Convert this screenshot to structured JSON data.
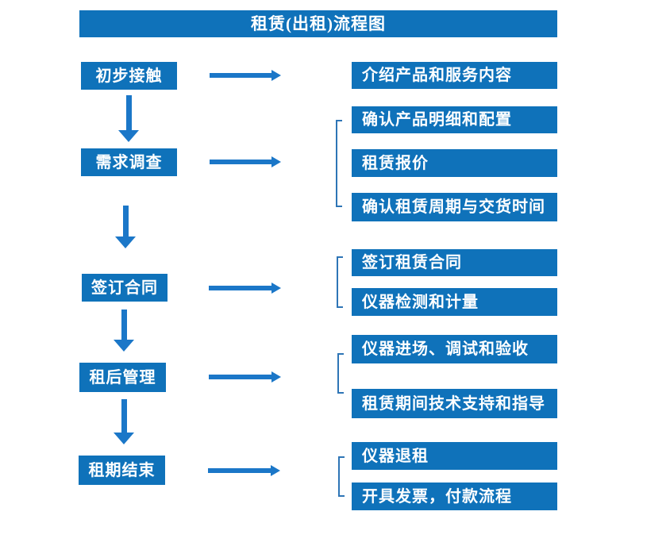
{
  "title": "租赁(出租)流程图",
  "colors": {
    "box_bg": "#0F72BA",
    "box_text": "#FFFFFF",
    "arrow": "#1B77C8",
    "bracket": "#2E75B6"
  },
  "icons": {
    "down_arrow": "solid block arrow pointing down (CSS shapes)",
    "right_arrow": "solid block arrow pointing right (CSS shapes)",
    "bracket": "square bracket connector opening to the right (CSS borders)"
  },
  "stages": [
    {
      "label": "初步接触",
      "details": [
        "介绍产品和服务内容"
      ]
    },
    {
      "label": "需求调查",
      "details": [
        "确认产品明细和配置",
        "租赁报价",
        "确认租赁周期与交货时间"
      ]
    },
    {
      "label": "签订合同",
      "details": [
        "签订租赁合同",
        "仪器检测和计量"
      ]
    },
    {
      "label": "租后管理",
      "details": [
        "仪器进场、调试和验收",
        "租赁期间技术支持和指导"
      ]
    },
    {
      "label": "租期结束",
      "details": [
        "仪器退租",
        "开具发票，付款流程"
      ]
    }
  ]
}
